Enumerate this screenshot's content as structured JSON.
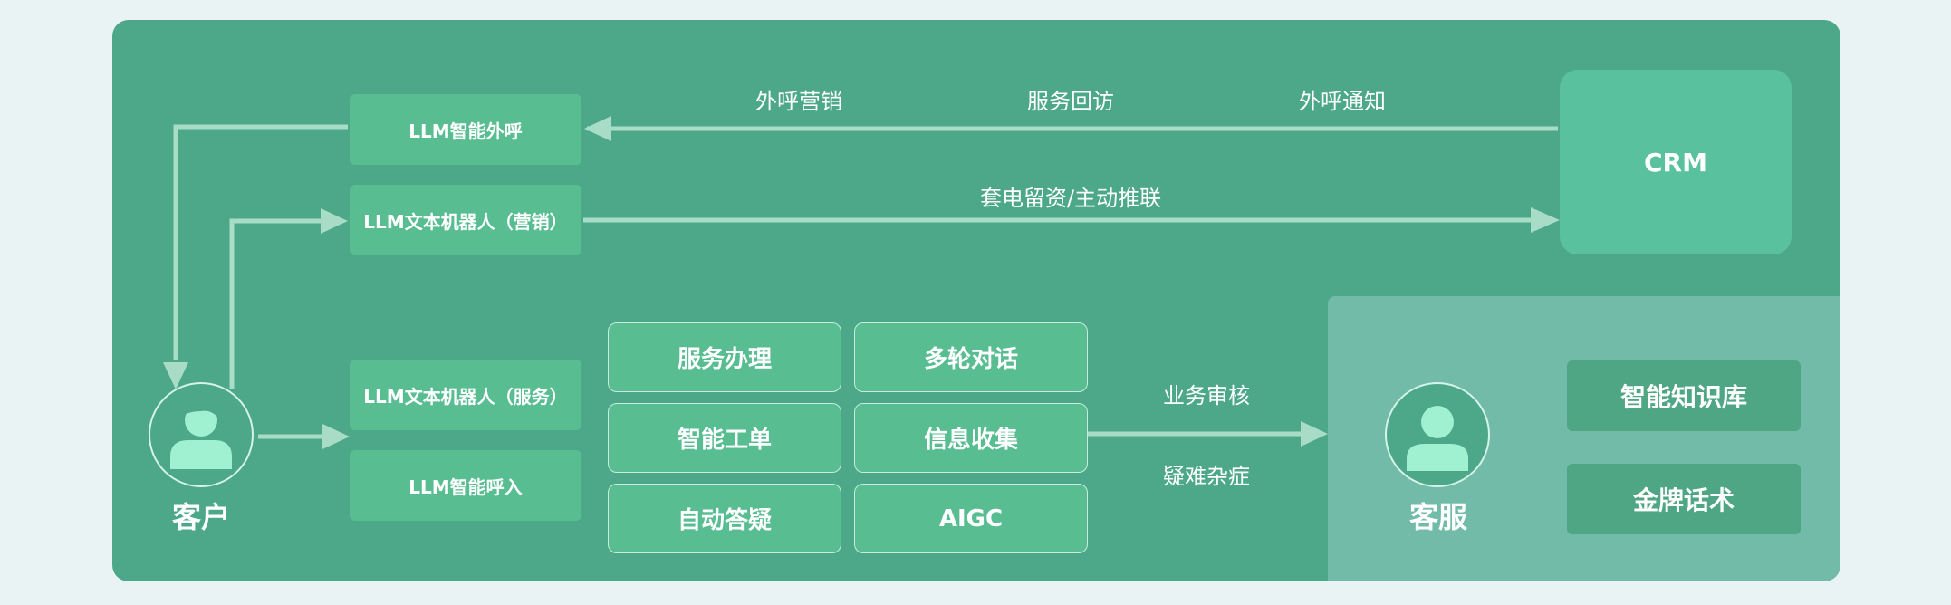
{
  "nodes": {
    "llm_outbound_call": "LLM智能外呼",
    "llm_text_bot_marketing": "LLM文本机器人（营销）",
    "llm_text_bot_service": "LLM文本机器人（服务）",
    "llm_inbound_call": "LLM智能呼入",
    "crm": "CRM"
  },
  "flow_labels": {
    "outbound_marketing": "外呼营销",
    "service_revisit": "服务回访",
    "outbound_notice": "外呼通知",
    "marketing_push": "套电留资/主动推联",
    "business_review": "业务审核",
    "difficult_issues": "疑难杂症"
  },
  "capabilities": [
    "服务办理",
    "多轮对话",
    "智能工单",
    "信息收集",
    "自动答疑",
    "AIGC"
  ],
  "actors": {
    "customer": "客户",
    "agent": "客服"
  },
  "agent_tools": {
    "knowledge_base": "智能知识库",
    "golden_scripts": "金牌话术"
  },
  "icons": {
    "customer": "user-icon",
    "agent": "headset-agent-icon"
  },
  "colors": {
    "panel": "#4ca888",
    "node": "#59bd92",
    "arrow": "#a9dcc7",
    "person_fill": "#a0f0d2"
  }
}
